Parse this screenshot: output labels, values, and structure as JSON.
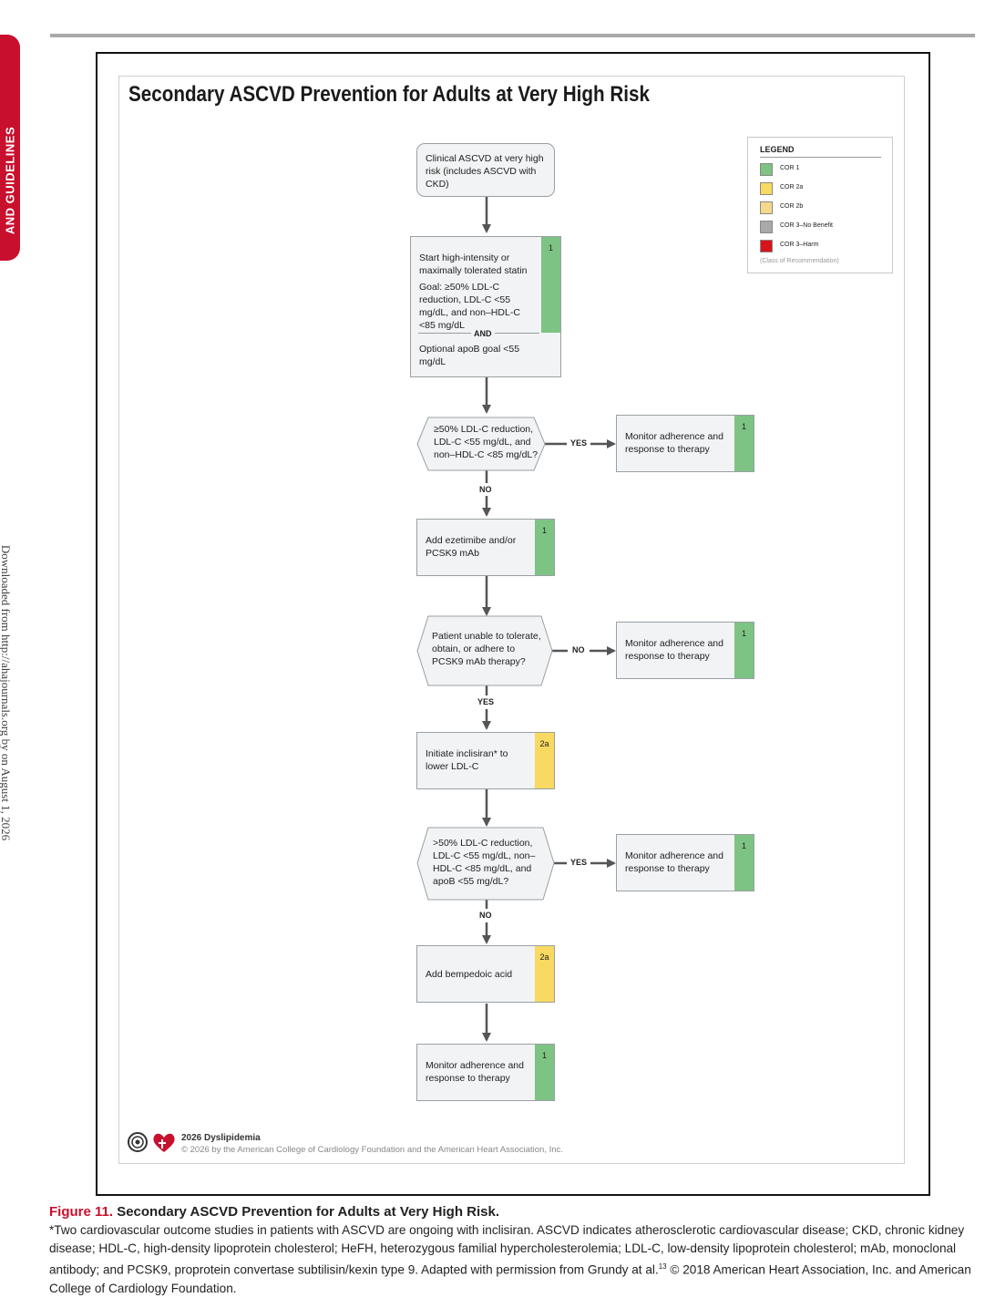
{
  "side_tab": {
    "text": "AND GUIDELINES"
  },
  "side_note": "Downloaded from http://ahajournals.org by on August 1, 2026",
  "figure": {
    "title": "Secondary ASCVD Prevention for Adults at Very High Risk",
    "nodes": {
      "start": "Clinical ASCVD at very high risk (includes ASCVD with CKD)",
      "statin": {
        "line1": "Start high-intensity or maximally tolerated statin",
        "line2": "Goal: ≥50% LDL-C reduction, LDL-C <55 mg/dL, and non–HDL-C <85 mg/dL",
        "cor": "1",
        "and_label": "AND",
        "optional": "Optional apoB goal <55 mg/dL"
      },
      "decision1": "≥50% LDL-C reduction, LDL-C <55 mg/dL, and non–HDL-C <85 mg/dL?",
      "monitor1": {
        "text": "Monitor adherence and response to therapy",
        "cor": "1"
      },
      "add_ezetimibe": {
        "text": "Add ezetimibe and/or PCSK9 mAb",
        "cor": "1"
      },
      "decision2": "Patient unable to tolerate, obtain, or adhere to PCSK9 mAb therapy?",
      "monitor2": {
        "text": "Monitor adherence and response to therapy",
        "cor": "1"
      },
      "inclisiran": {
        "text": "Initiate inclisiran* to lower LDL-C",
        "cor": "2a"
      },
      "decision3": ">50% LDL-C reduction, LDL-C <55 mg/dL, non–HDL-C <85 mg/dL, and apoB <55 mg/dL?",
      "monitor3": {
        "text": "Monitor adherence and response to therapy",
        "cor": "1"
      },
      "bempedoic": {
        "text": "Add bempedoic acid",
        "cor": "2a"
      },
      "monitor_final": {
        "text": "Monitor adherence and response to therapy",
        "cor": "1"
      }
    },
    "edge_labels": {
      "d1_right": "YES",
      "d1_down": "NO",
      "d2_right": "NO",
      "d2_down": "YES",
      "d3_right": "YES",
      "d3_down": "NO"
    },
    "legend": {
      "title": "LEGEND",
      "items": [
        {
          "label": "COR 1",
          "color": "#7dc383"
        },
        {
          "label": "COR 2a",
          "color": "#f8d961"
        },
        {
          "label": "COR 2b",
          "color": "#f5d98a"
        },
        {
          "label": "COR 3–No Benefit",
          "color": "#a9a9a9"
        },
        {
          "label": "COR 3–Harm",
          "color": "#d7141a"
        }
      ],
      "note": "(Class of Recommendation)"
    },
    "footer": {
      "line1": "2026 Dyslipidemia",
      "line2": "© 2026 by the American College of Cardiology Foundation and the American Heart Association, Inc."
    }
  },
  "caption": {
    "number": "Figure 11.",
    "title": "Secondary ASCVD Prevention for Adults at Very High Risk.",
    "body": "*Two cardiovascular outcome studies in patients with ASCVD are ongoing with inclisiran. ASCVD indicates atherosclerotic cardiovascular disease; CKD, chronic kidney disease; HDL-C, high-density lipoprotein cholesterol; HeFH, heterozygous familial hypercholesterolemia; LDL-C, low-density lipoprotein cholesterol; mAb, monoclonal antibody; and PCSK9, proprotein convertase subtilisin/kexin type 9. Adapted with permission from Grundy at al.",
    "ref": "13",
    "copyright": " © 2018 American Heart Association, Inc. and American College of Cardiology Foundation."
  },
  "colors": {
    "cor1": "#7dc383",
    "cor2a": "#f8d961",
    "accent": "#c8102e"
  }
}
